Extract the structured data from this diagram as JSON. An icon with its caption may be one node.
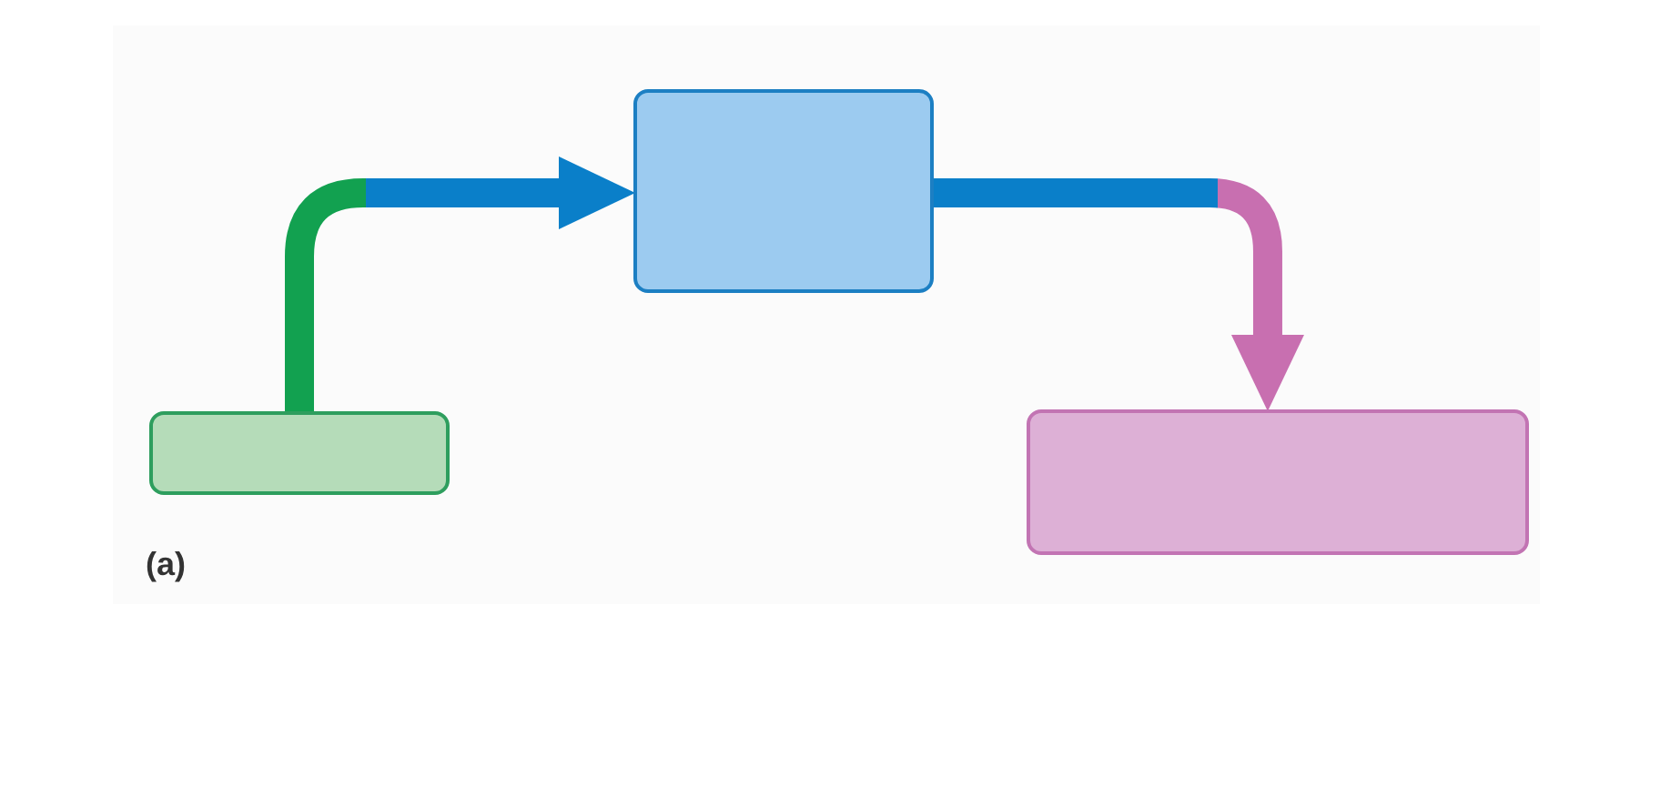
{
  "diagram": {
    "nodes": [
      {
        "text": [],
        "shape": "box"
      },
      {
        "text": [],
        "shape": "box"
      },
      {
        "text": [],
        "shape": "box"
      }
    ],
    "edges": [
      {
        "from": 0,
        "to": 1,
        "arrow": "to"
      },
      {
        "from": 1,
        "to": 2,
        "arrow": "to"
      }
    ],
    "labels": [
      "(a)"
    ]
  }
}
